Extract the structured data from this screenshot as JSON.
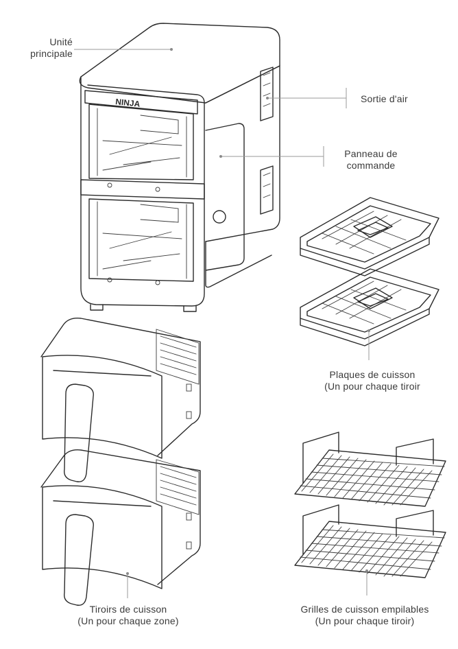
{
  "labels": {
    "main_unit": [
      "Unité",
      "principale"
    ],
    "air_outlet": [
      "Sortie d'air"
    ],
    "control_panel": [
      "Panneau de",
      "commande"
    ],
    "crisper_plates": [
      "Plaques de cuisson",
      "(Un pour chaque tiroir"
    ],
    "drawers": [
      "Tiroirs de cuisson",
      "(Un pour chaque zone)"
    ],
    "racks": [
      "Grilles de cuisson empilables",
      "(Un pour chaque tiroir)"
    ]
  },
  "logo_text": "NINJA"
}
